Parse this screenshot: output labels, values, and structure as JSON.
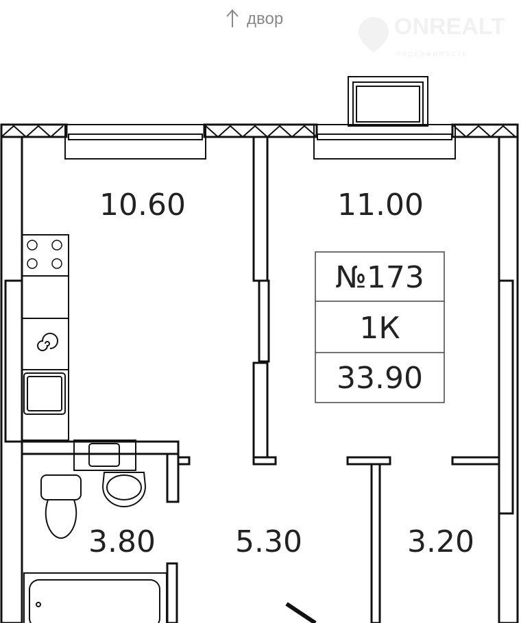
{
  "orientation": {
    "arrow_icon": "arrow-up-icon",
    "label": "двор"
  },
  "watermark": {
    "brand": "ONREALT",
    "subtitle": "недвижимость"
  },
  "apartment": {
    "number": "№173",
    "type": "1К",
    "total_area": "33.90"
  },
  "rooms": {
    "kitchen": "10.60",
    "living_room": "11.00",
    "bathroom": "3.80",
    "hallway": "5.30",
    "closet": "3.20"
  }
}
